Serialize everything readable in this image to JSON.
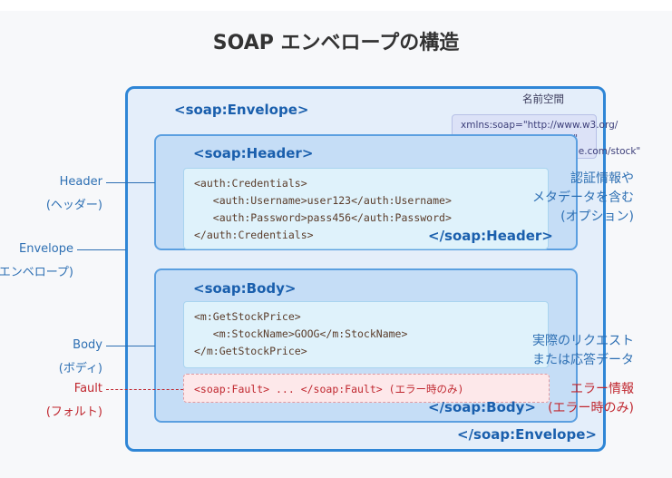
{
  "title": "SOAP エンベロープの構造",
  "envelope": {
    "open": "<soap:Envelope>",
    "close": "</soap:Envelope>"
  },
  "namespace": {
    "title": "名前空間",
    "lines": [
      "xmlns:soap=\"http://www.w3.org/",
      "2003/05/soap-envelope\"",
      "xmlns:m=\"http://example.com/stock\""
    ]
  },
  "header": {
    "open": "<soap:Header>",
    "close": "</soap:Header>",
    "code": [
      "<auth:Credentials>",
      "   <auth:Username>user123</auth:Username>",
      "   <auth:Password>pass456</auth:Password>",
      "</auth:Credentials>"
    ],
    "note": [
      "認証情報や",
      "メタデータを含む",
      "(オプション)"
    ]
  },
  "body": {
    "open": "<soap:Body>",
    "close": "</soap:Body>",
    "code": [
      "<m:GetStockPrice>",
      "   <m:StockName>GOOG</m:StockName>",
      "</m:GetStockPrice>"
    ],
    "note": [
      "実際のリクエスト",
      "または応答データ"
    ]
  },
  "fault": {
    "code": "<soap:Fault> ... </soap:Fault> (エラー時のみ)",
    "note": [
      "エラー情報",
      "(エラー時のみ)"
    ]
  },
  "left_labels": {
    "header": {
      "name": "Header",
      "sub": "(ヘッダー)"
    },
    "envelope": {
      "name": "Envelope",
      "sub": "(エンベロープ)"
    },
    "body": {
      "name": "Body",
      "sub": "(ボディ)"
    },
    "fault": {
      "name": "Fault",
      "sub": "(フォルト)"
    }
  },
  "colors": {
    "accent": "#2f86d6",
    "tag": "#1a5fad",
    "fault": "#c0272f"
  }
}
